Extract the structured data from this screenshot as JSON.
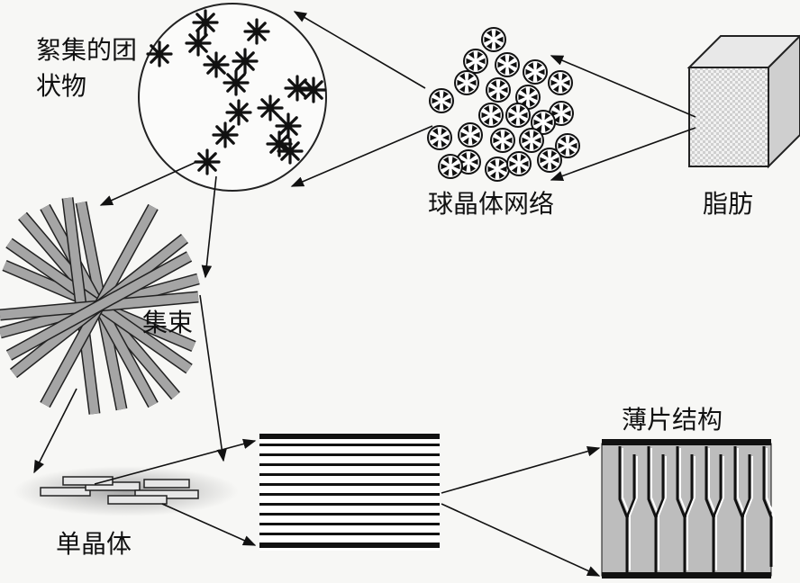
{
  "labels": {
    "flocculated": "絮集的团状物",
    "spherulite_network": "球晶体网络",
    "fat": "脂肪",
    "bundle": "集束",
    "single_crystal": "单晶体",
    "lamellar": "薄片结构"
  },
  "nodes": [
    {
      "id": "fat",
      "icon": "cube-icon"
    },
    {
      "id": "spherulite_network",
      "icon": "spherulite-cluster-icon"
    },
    {
      "id": "flocculated",
      "icon": "circle-floc-icon"
    },
    {
      "id": "bundle",
      "icon": "needle-bundle-icon"
    },
    {
      "id": "single_crystal",
      "icon": "platelet-stack-icon"
    },
    {
      "id": "stacked_platelets",
      "icon": "striped-block-icon"
    },
    {
      "id": "lamellar",
      "icon": "lamella-icon"
    }
  ],
  "edges": [
    {
      "from": "fat",
      "to": "spherulite_network"
    },
    {
      "from": "spherulite_network",
      "to": "flocculated"
    },
    {
      "from": "flocculated",
      "to": "bundle"
    },
    {
      "from": "bundle",
      "to": "single_crystal"
    },
    {
      "from": "single_crystal",
      "to": "stacked_platelets"
    },
    {
      "from": "stacked_platelets",
      "to": "lamellar"
    }
  ],
  "colors": {
    "ink": "#111111",
    "cube": "#bdbdbd",
    "rod": "#9a9a9a",
    "haze": "#c8c8c8"
  }
}
